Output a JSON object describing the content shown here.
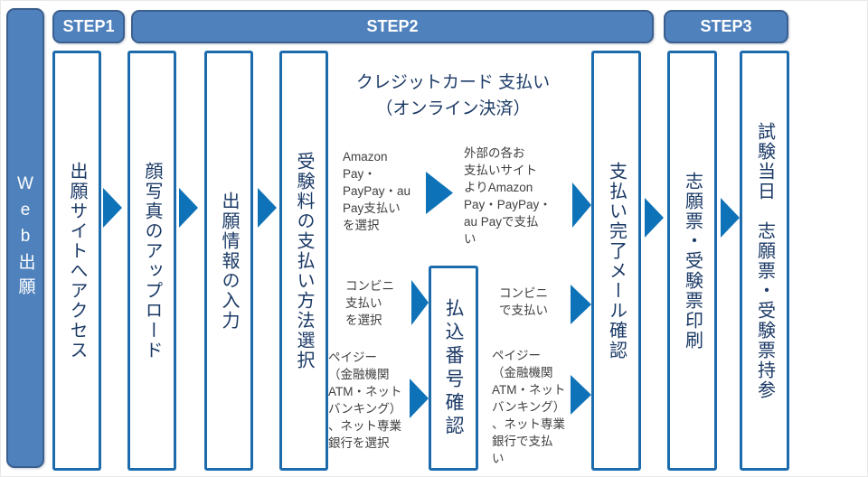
{
  "sidebar": {
    "label": "Web出願"
  },
  "headers": {
    "step1": "STEP1",
    "step2": "STEP2",
    "step3": "STEP3"
  },
  "boxes": [
    {
      "label": "出願サイトへアクセス"
    },
    {
      "label": "顔写真のアップロード"
    },
    {
      "label": "出願情報の入力"
    },
    {
      "label": "受験料の支払い方法選択"
    },
    {
      "label": "支払い完了メール確認"
    },
    {
      "label": "志願票・受験票印刷"
    },
    {
      "label": "試験当日　志願票・受験票持参"
    }
  ],
  "step2_flow": {
    "title": "クレジットカード 支払い\n（オンライン決済）",
    "payment_number_box": "払込番号確認",
    "credit": {
      "select": "Amazon\nPay・\nPayPay・au\nPay支払い\nを選択",
      "pay": "外部の各お\n支払いサイト\nよりAmazon\nPay・PayPay・\nau Payで支払\nい"
    },
    "convenience": {
      "select": "コンビニ\n支払い\nを選択",
      "pay": "コンビニ\nで支払い"
    },
    "payeasy": {
      "select": "ペイジー\n（金融機関\nATM・ネット\nバンキング）\n、ネット専業\n銀行を選択",
      "pay": "ペイジー\n（金融機関\nATM・ネット\nバンキング）\n、ネット専業\n銀行で支払\nい"
    }
  },
  "colors": {
    "banner_fill": "#4f81bd",
    "banner_border": "#3b5f8e",
    "box_border": "#1c6bad",
    "arrow": "#0e72b8",
    "box_text": "#1b3a66",
    "note_text": "#3f3f3f"
  }
}
